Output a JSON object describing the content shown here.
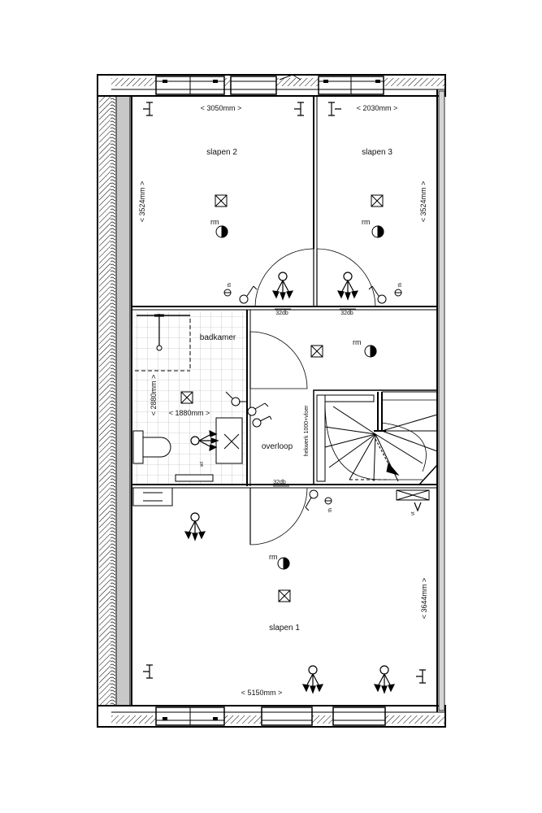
{
  "rooms": {
    "slapen2": "slapen 2",
    "slapen3": "slapen 3",
    "badkamer": "badkamer",
    "overloop": "overloop",
    "slapen1": "slapen 1"
  },
  "dimensions": {
    "slapen2_width": "< 3050mm >",
    "slapen3_width": "< 2030mm >",
    "slapen2_height": "< 3524mm >",
    "slapen3_height": "< 3524mm >",
    "bath_height": "< 2880mm >",
    "bath_width": "< 1880mm >",
    "slapen1_height": "< 3644mm >",
    "slapen1_width": "< 5150mm >"
  },
  "annotations": {
    "rm": "rm",
    "th": "th",
    "db32": "32db",
    "stair_railing": "hekwerk 1000+vloer",
    "wt": "wt",
    "vt": "vt"
  }
}
